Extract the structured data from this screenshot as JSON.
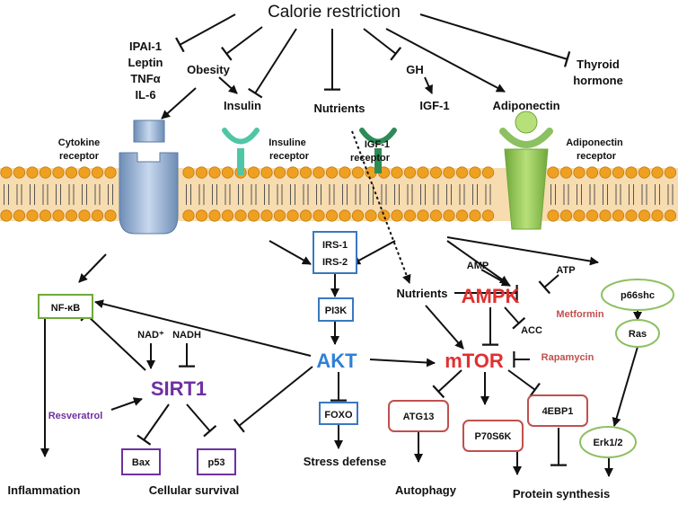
{
  "title": "Calorie restriction",
  "inputs": {
    "ipai1": "IPAI-1",
    "leptin": "Leptin",
    "tnfa": "TNFα",
    "il6": "IL-6",
    "obesity": "Obesity",
    "insulin": "Insulin",
    "nutrients": "Nutrients",
    "gh": "GH",
    "igf1": "IGF-1",
    "adiponectin": "Adiponectin",
    "thyroid_line1": "Thyroid",
    "thyroid_line2": "hormone"
  },
  "receptors": {
    "cytokine_line1": "Cytokine",
    "cytokine_line2": "receptor",
    "insulin_line1": "Insuline",
    "insulin_line2": "receptor",
    "igf1_line1": "IGF-1",
    "igf1_line2": "receptor",
    "adiponectin_line1": "Adiponectin",
    "adiponectin_line2": "receptor"
  },
  "nodes": {
    "irs1": "IRS-1",
    "irs2": "IRS-2",
    "pi3k": "PI3K",
    "akt": "AKT",
    "foxo": "FOXO",
    "nfkb": "NF-κB",
    "nad": "NAD⁺",
    "nadh": "NADH",
    "sirt1": "SIRT1",
    "resveratrol": "Resveratrol",
    "bax": "Bax",
    "p53": "p53",
    "nutrients2": "Nutrients",
    "amp": "AMP",
    "atp": "ATP",
    "ampk": "AMPK",
    "metformin": "Metformin",
    "acc": "ACC",
    "mtor": "mTOR",
    "rapamycin": "Rapamycin",
    "atg13": "ATG13",
    "p70s6k": "P70S6K",
    "ebp1": "4EBP1",
    "p66shc": "p66shc",
    "ras": "Ras",
    "erk": "Erk1/2"
  },
  "outputs": {
    "inflammation": "Inflammation",
    "cellular_survival": "Cellular survival",
    "stress_defense": "Stress defense",
    "autophagy": "Autophagy",
    "protein_synthesis": "Protein synthesis"
  },
  "colors": {
    "membrane_head": "#f0a020",
    "membrane_tail": "#555555",
    "blue_box": "#3a78c0",
    "red_box": "#c0504d",
    "green_oval": "#8cc060",
    "purple_box": "#7030a0",
    "akt": "#2e7fd6",
    "ampk_mtor": "#e03030",
    "sirt1": "#7030a0",
    "drug_red": "#c0504d",
    "drug_purple": "#7030a0"
  }
}
